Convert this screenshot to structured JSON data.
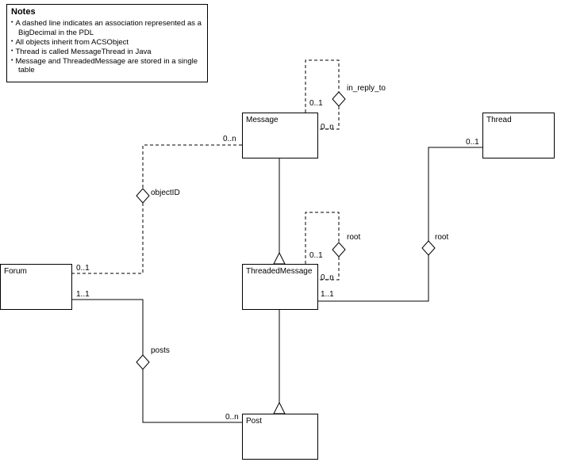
{
  "notes": {
    "title": "Notes",
    "items": [
      "A dashed line indicates an association represented as a BigDecimal in the PDL",
      "All objects inherit from ACSObject",
      "Thread is called MessageThread in Java",
      "Message and ThreadedMessage are stored in a single table"
    ]
  },
  "classes": {
    "message": "Message",
    "thread": "Thread",
    "threaded_message": "ThreadedMessage",
    "forum": "Forum",
    "post": "Post"
  },
  "associations": {
    "in_reply_to": {
      "label": "in_reply_to",
      "message_top_mult": "0..1",
      "message_right_mult": "0..n"
    },
    "objectID": {
      "label": "objectID",
      "message_mult": "0..n",
      "forum_mult": "0..1"
    },
    "root_self": {
      "label": "root",
      "top_mult": "0..1",
      "right_mult": "0..n"
    },
    "root_thread": {
      "label": "root",
      "thread_mult": "0..1",
      "threaded_message_mult": "1..1"
    },
    "posts": {
      "label": "posts",
      "forum_mult": "1..1",
      "post_mult": "0..n"
    }
  }
}
